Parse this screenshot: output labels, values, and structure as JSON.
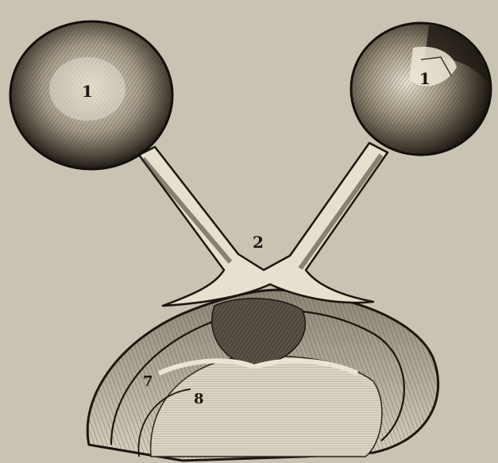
{
  "figure": {
    "labels": {
      "eye_left": "1",
      "eye_right": "1",
      "chiasm": "2",
      "tract_marker_a": "7",
      "tract_marker_b": "8"
    }
  },
  "colors": {
    "paper": "#c9c3b4",
    "ink": "#1a1610",
    "mid_ink": "#4a4238",
    "light_fill": "#e4ddcc"
  }
}
